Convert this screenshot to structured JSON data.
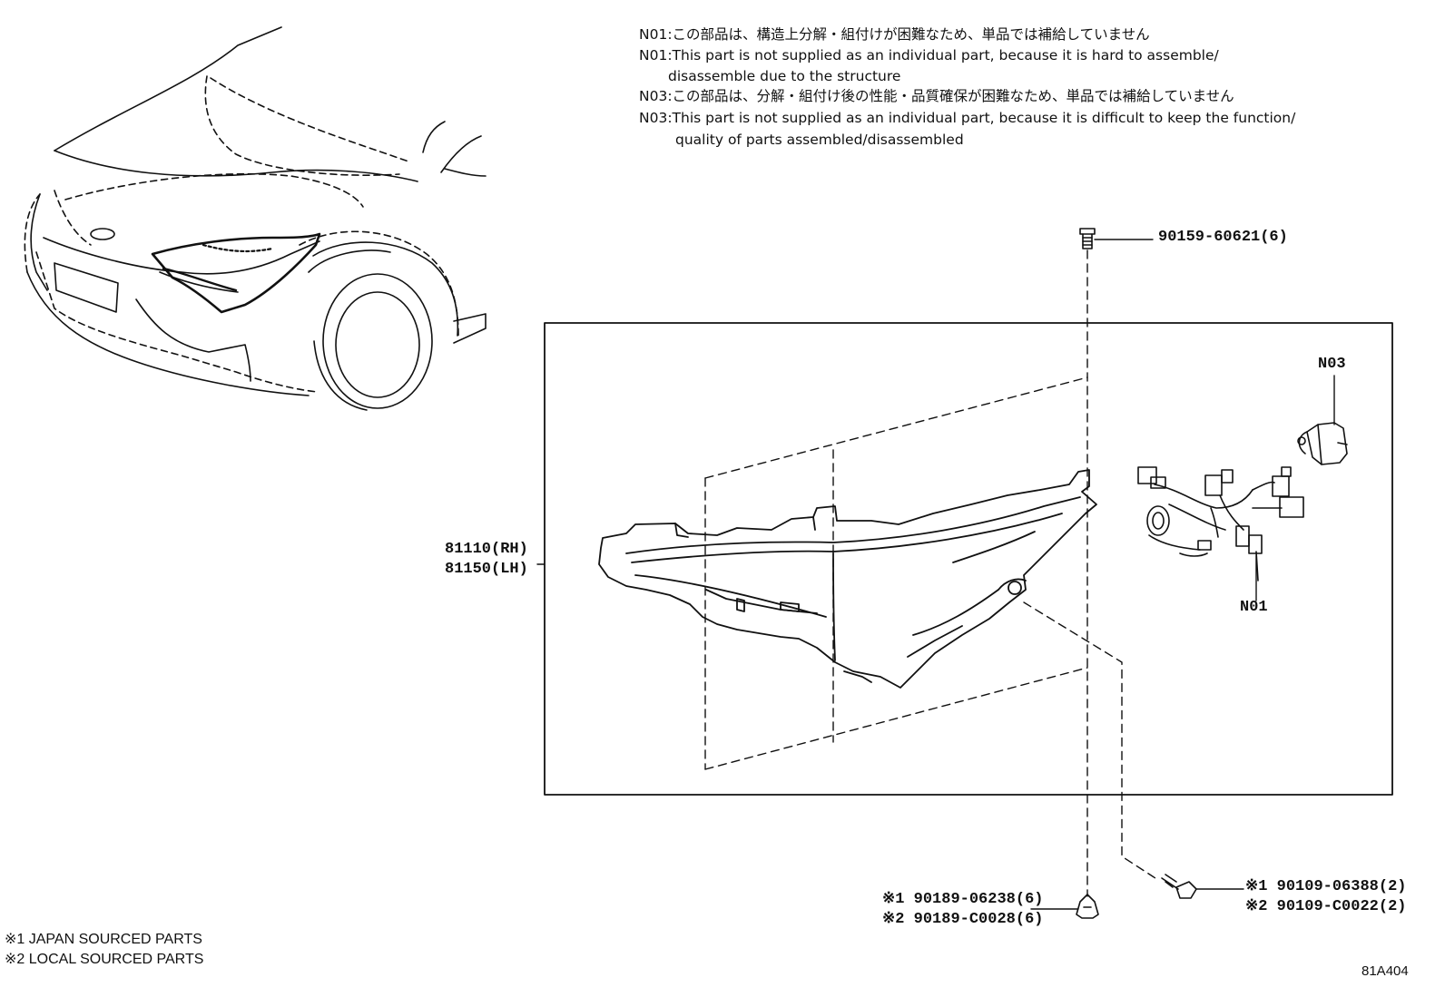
{
  "notes": [
    "N01:この部品は、構造上分解・組付けが困難なため、単品では補給していません",
    "N01:This part is not supplied as an individual part, because it is hard to assemble/",
    "disassemble due to the structure",
    "N03:この部品は、分解・組付け後の性能・品質確保が困難なため、単品では補給していません",
    "N03:This part is not supplied as an individual part, because it is difficult to keep the function/",
    "quality of parts assembled/disassembled"
  ],
  "labels": {
    "top_bolt": "90159-60621(6)",
    "headlamp_rh": "81110(RH)",
    "headlamp_lh": "81150(LH)",
    "n03": "N03",
    "n01": "N01",
    "clip_1": "※1 90189-06238(6)",
    "clip_2": "※2 90189-C0028(6)",
    "screw_1": "※1 90109-06388(2)",
    "screw_2": "※2 90109-C0022(2)"
  },
  "footnotes": [
    "※1 JAPAN SOURCED PARTS",
    "※2 LOCAL SOURCED PARTS"
  ],
  "diagram_code": "81A404"
}
